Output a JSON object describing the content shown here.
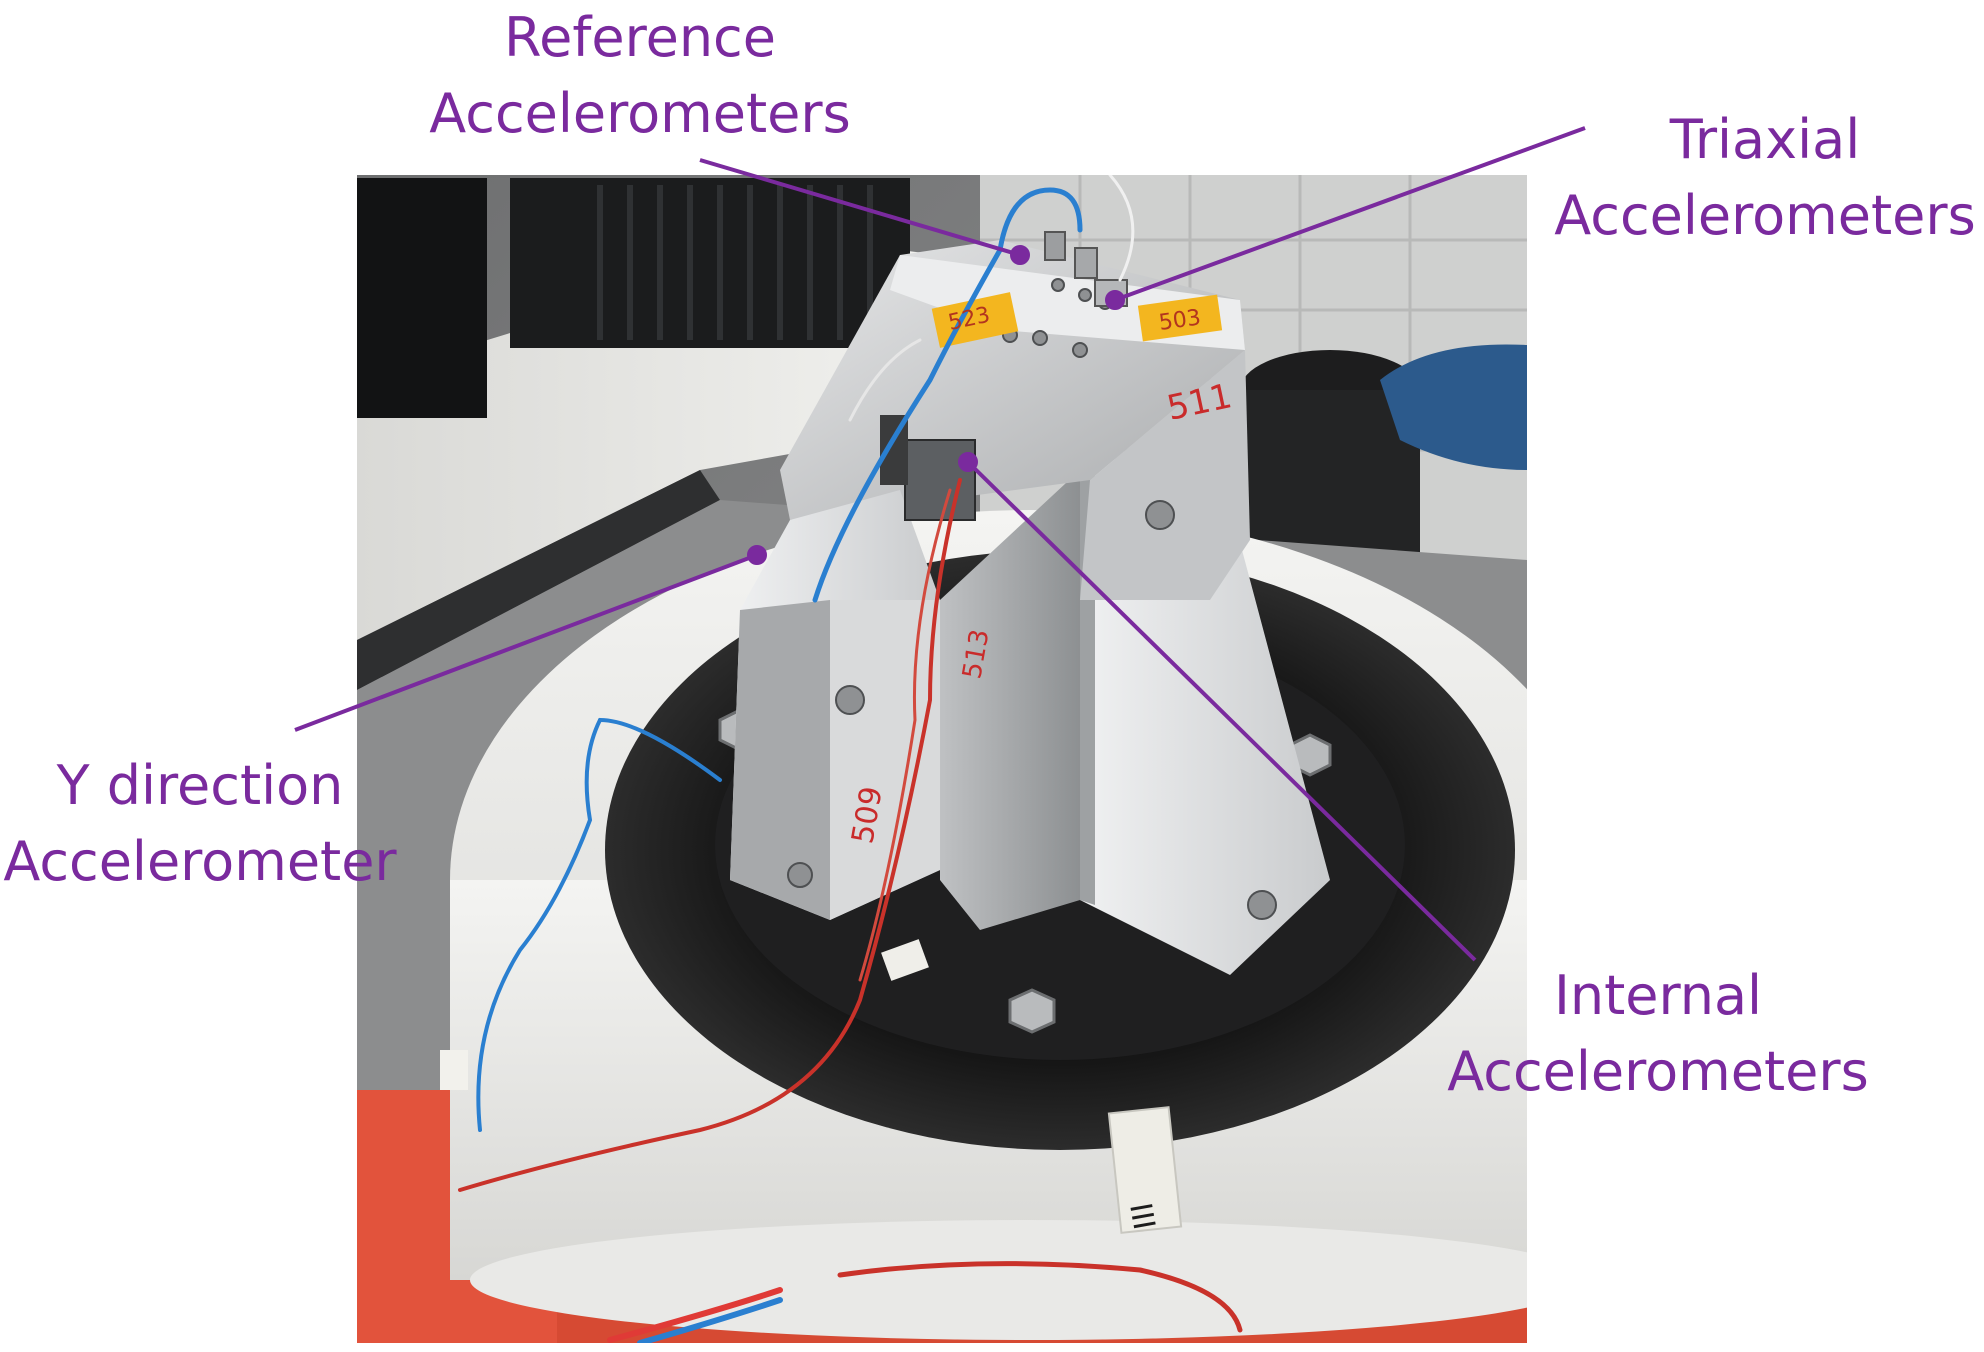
{
  "figure": {
    "label_color": "#7a2a9e",
    "photo_description_icons": [
      "shaker-table",
      "aluminum-fixture",
      "accelerometer-sensors",
      "cables"
    ]
  },
  "callouts": {
    "reference": {
      "line1": "Reference",
      "line2": "Accelerometers"
    },
    "triaxial": {
      "line1": "Triaxial",
      "line2": "Accelerometers"
    },
    "y_direction": {
      "line1": "Y direction",
      "line2": "Accelerometer"
    },
    "internal": {
      "line1": "Internal",
      "line2": "Accelerometers"
    }
  },
  "photo_markings": {
    "tag_left": "523",
    "tag_right": "503",
    "panel_top": "511",
    "panel_left": "509",
    "panel_center": "513",
    "tape_mark": "III"
  }
}
